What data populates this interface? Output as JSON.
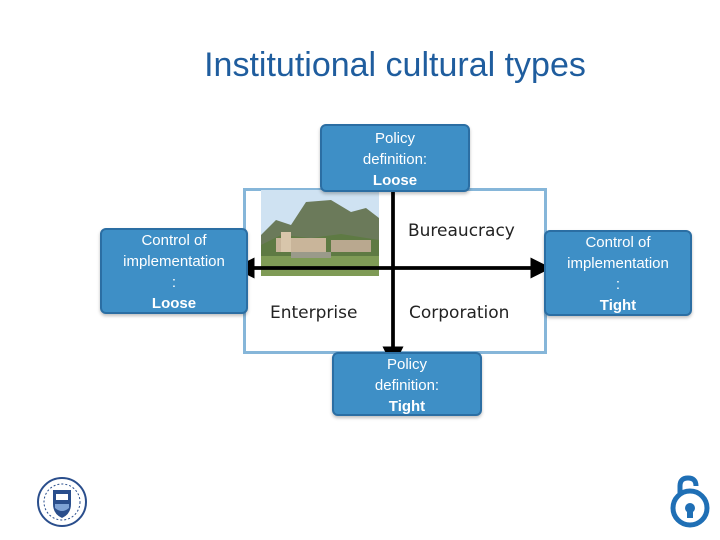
{
  "title": "Institutional cultural types",
  "top_box": {
    "line1": "Policy",
    "line2": "definition:",
    "line3": "Loose"
  },
  "bottom_box": {
    "line1": "Policy",
    "line2": "definition:",
    "line3": "Tight"
  },
  "left_box": {
    "line1": "Control of",
    "line2": "implementation",
    "line3": ":",
    "line4": "Loose"
  },
  "right_box": {
    "line1": "Control of",
    "line2": "implementation",
    "line3": ":",
    "line4": "Tight"
  },
  "quadrants": {
    "top_right": "Bureaucracy",
    "bottom_left": "Enterprise",
    "bottom_right": "Corporation"
  },
  "colors": {
    "box_fill": "#3e8fc6",
    "title": "#1f5d9e",
    "frame": "#86b6d9"
  },
  "icons": {
    "bottom_left_logo": "university-crest-icon",
    "bottom_right_logo": "open-access-lock-icon"
  }
}
